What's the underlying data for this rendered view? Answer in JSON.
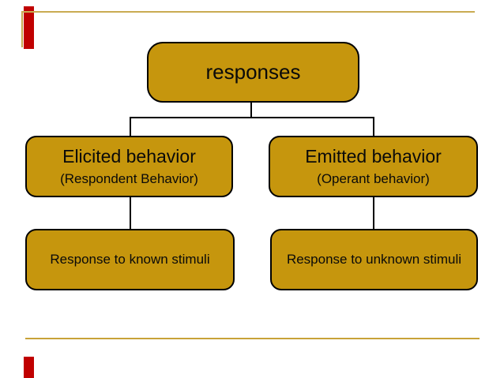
{
  "slide": {
    "background": "#ffffff",
    "accent_red": "#c00000",
    "frame_gold": "#c9ab52",
    "rule_gold": "#c8a238",
    "node_fill": "#c6960d",
    "node_border": "#000000",
    "connector_color": "#000000"
  },
  "diagram": {
    "type": "tree",
    "root": {
      "label": "responses"
    },
    "level2": [
      {
        "title": "Elicited behavior",
        "subtitle": "(Respondent Behavior)"
      },
      {
        "title": "Emitted behavior",
        "subtitle": "(Operant behavior)"
      }
    ],
    "level3": [
      {
        "label": "Response to known stimuli"
      },
      {
        "label": "Response to unknown stimuli"
      }
    ]
  }
}
